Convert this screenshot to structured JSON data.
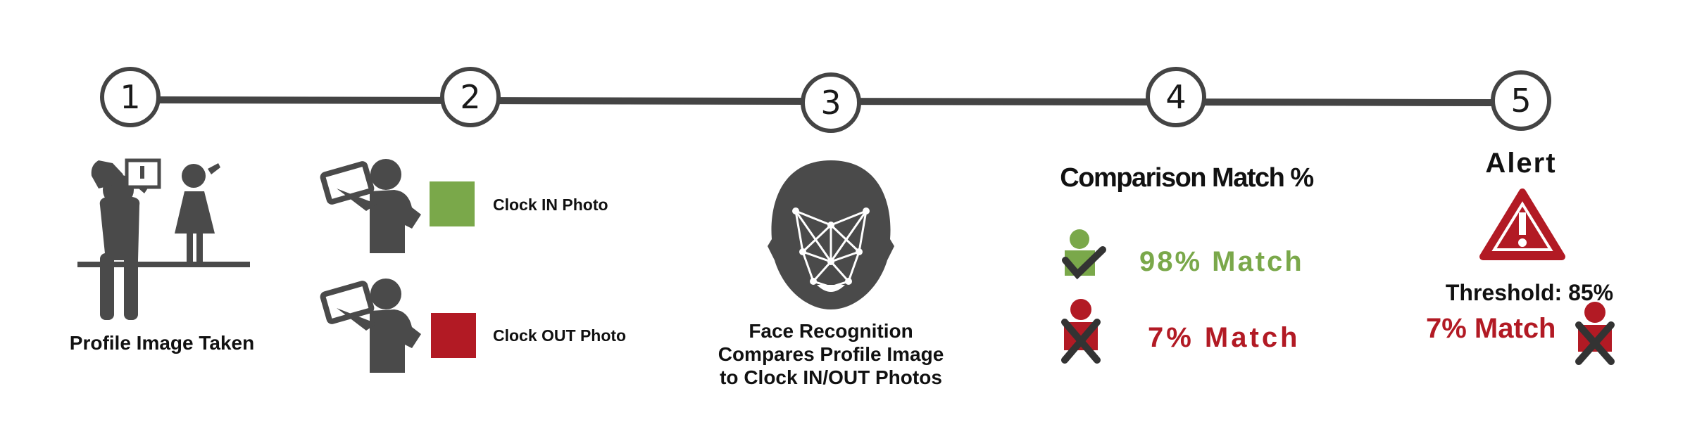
{
  "colors": {
    "line": "#444444",
    "icon": "#4a4a4a",
    "green": "#7aa84a",
    "red": "#b21a24",
    "text": "#111111"
  },
  "steps": [
    {
      "number": "1",
      "caption": "Profile Image Taken"
    },
    {
      "number": "2",
      "labels": [
        "Clock IN Photo",
        "Clock OUT Photo"
      ]
    },
    {
      "number": "3",
      "caption_lines": [
        "Face Recognition",
        "Compares Profile Image",
        "to Clock IN/OUT Photos"
      ]
    },
    {
      "number": "4",
      "title": "Comparison Match %",
      "results": [
        {
          "text": "98% Match",
          "status": "match",
          "value": 98
        },
        {
          "text": "7% Match",
          "status": "no-match",
          "value": 7
        }
      ]
    },
    {
      "number": "5",
      "title": "Alert",
      "threshold": "Threshold: 85%",
      "result": "7% Match"
    }
  ],
  "icons": {
    "step1": [
      "photographer-icon",
      "standing-woman-icon"
    ],
    "step2": [
      "camera-person-icon",
      "green-square",
      "red-square"
    ],
    "step3": "face-mesh-icon",
    "step4": [
      "user-check-icon",
      "user-x-icon"
    ],
    "step5": [
      "warning-triangle-icon",
      "user-x-icon"
    ]
  }
}
